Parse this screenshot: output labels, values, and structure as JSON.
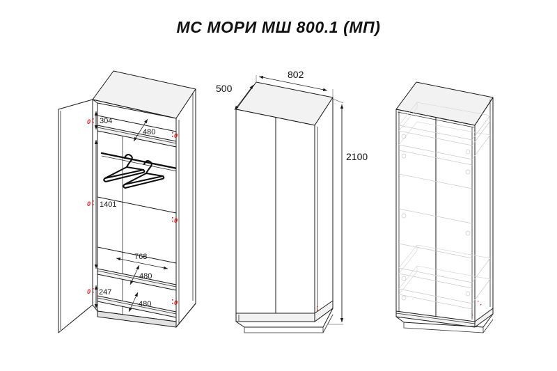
{
  "document": {
    "title": "МС МОРИ МШ 800.1 (МП)",
    "type": "furniture-assembly-drawing",
    "product": "Двухдверный шкаф",
    "background_color": "#ffffff",
    "line_color": "#1a1a1a",
    "marker_color": "#e01b1b",
    "ghost_color": "#c9c9c9"
  },
  "views": [
    {
      "id": "view-left",
      "name": "open-doors-interior-view",
      "description": "Шкаф с открытыми дверями, видны полки, штанга и вешалки"
    },
    {
      "id": "view-middle",
      "name": "closed-front-view",
      "description": "Шкаф с закрытыми дверями, габаритные размеры"
    },
    {
      "id": "view-right",
      "name": "carcass-wireframe-view",
      "description": "Каркас шкафа, прозрачный вид с внутренними полками"
    }
  ],
  "dimensions": {
    "overall_width": "802",
    "overall_depth": "500",
    "overall_height": "2100",
    "top_compartment_height": "304",
    "hanging_section_height": "1401",
    "bottom_compartment_height": "247",
    "shelf_depth_top": "480",
    "shelf_width_bottom": "768",
    "shelf_depth_mid": "480",
    "shelf_depth_bottom": "480"
  },
  "markers": {
    "glyph": "0",
    "label": "hardware-callout",
    "left_count": 3,
    "right_count": 3
  },
  "interior": {
    "hanger_count": 2,
    "rod_label": "hanging-rod",
    "shelf_count": 3
  }
}
